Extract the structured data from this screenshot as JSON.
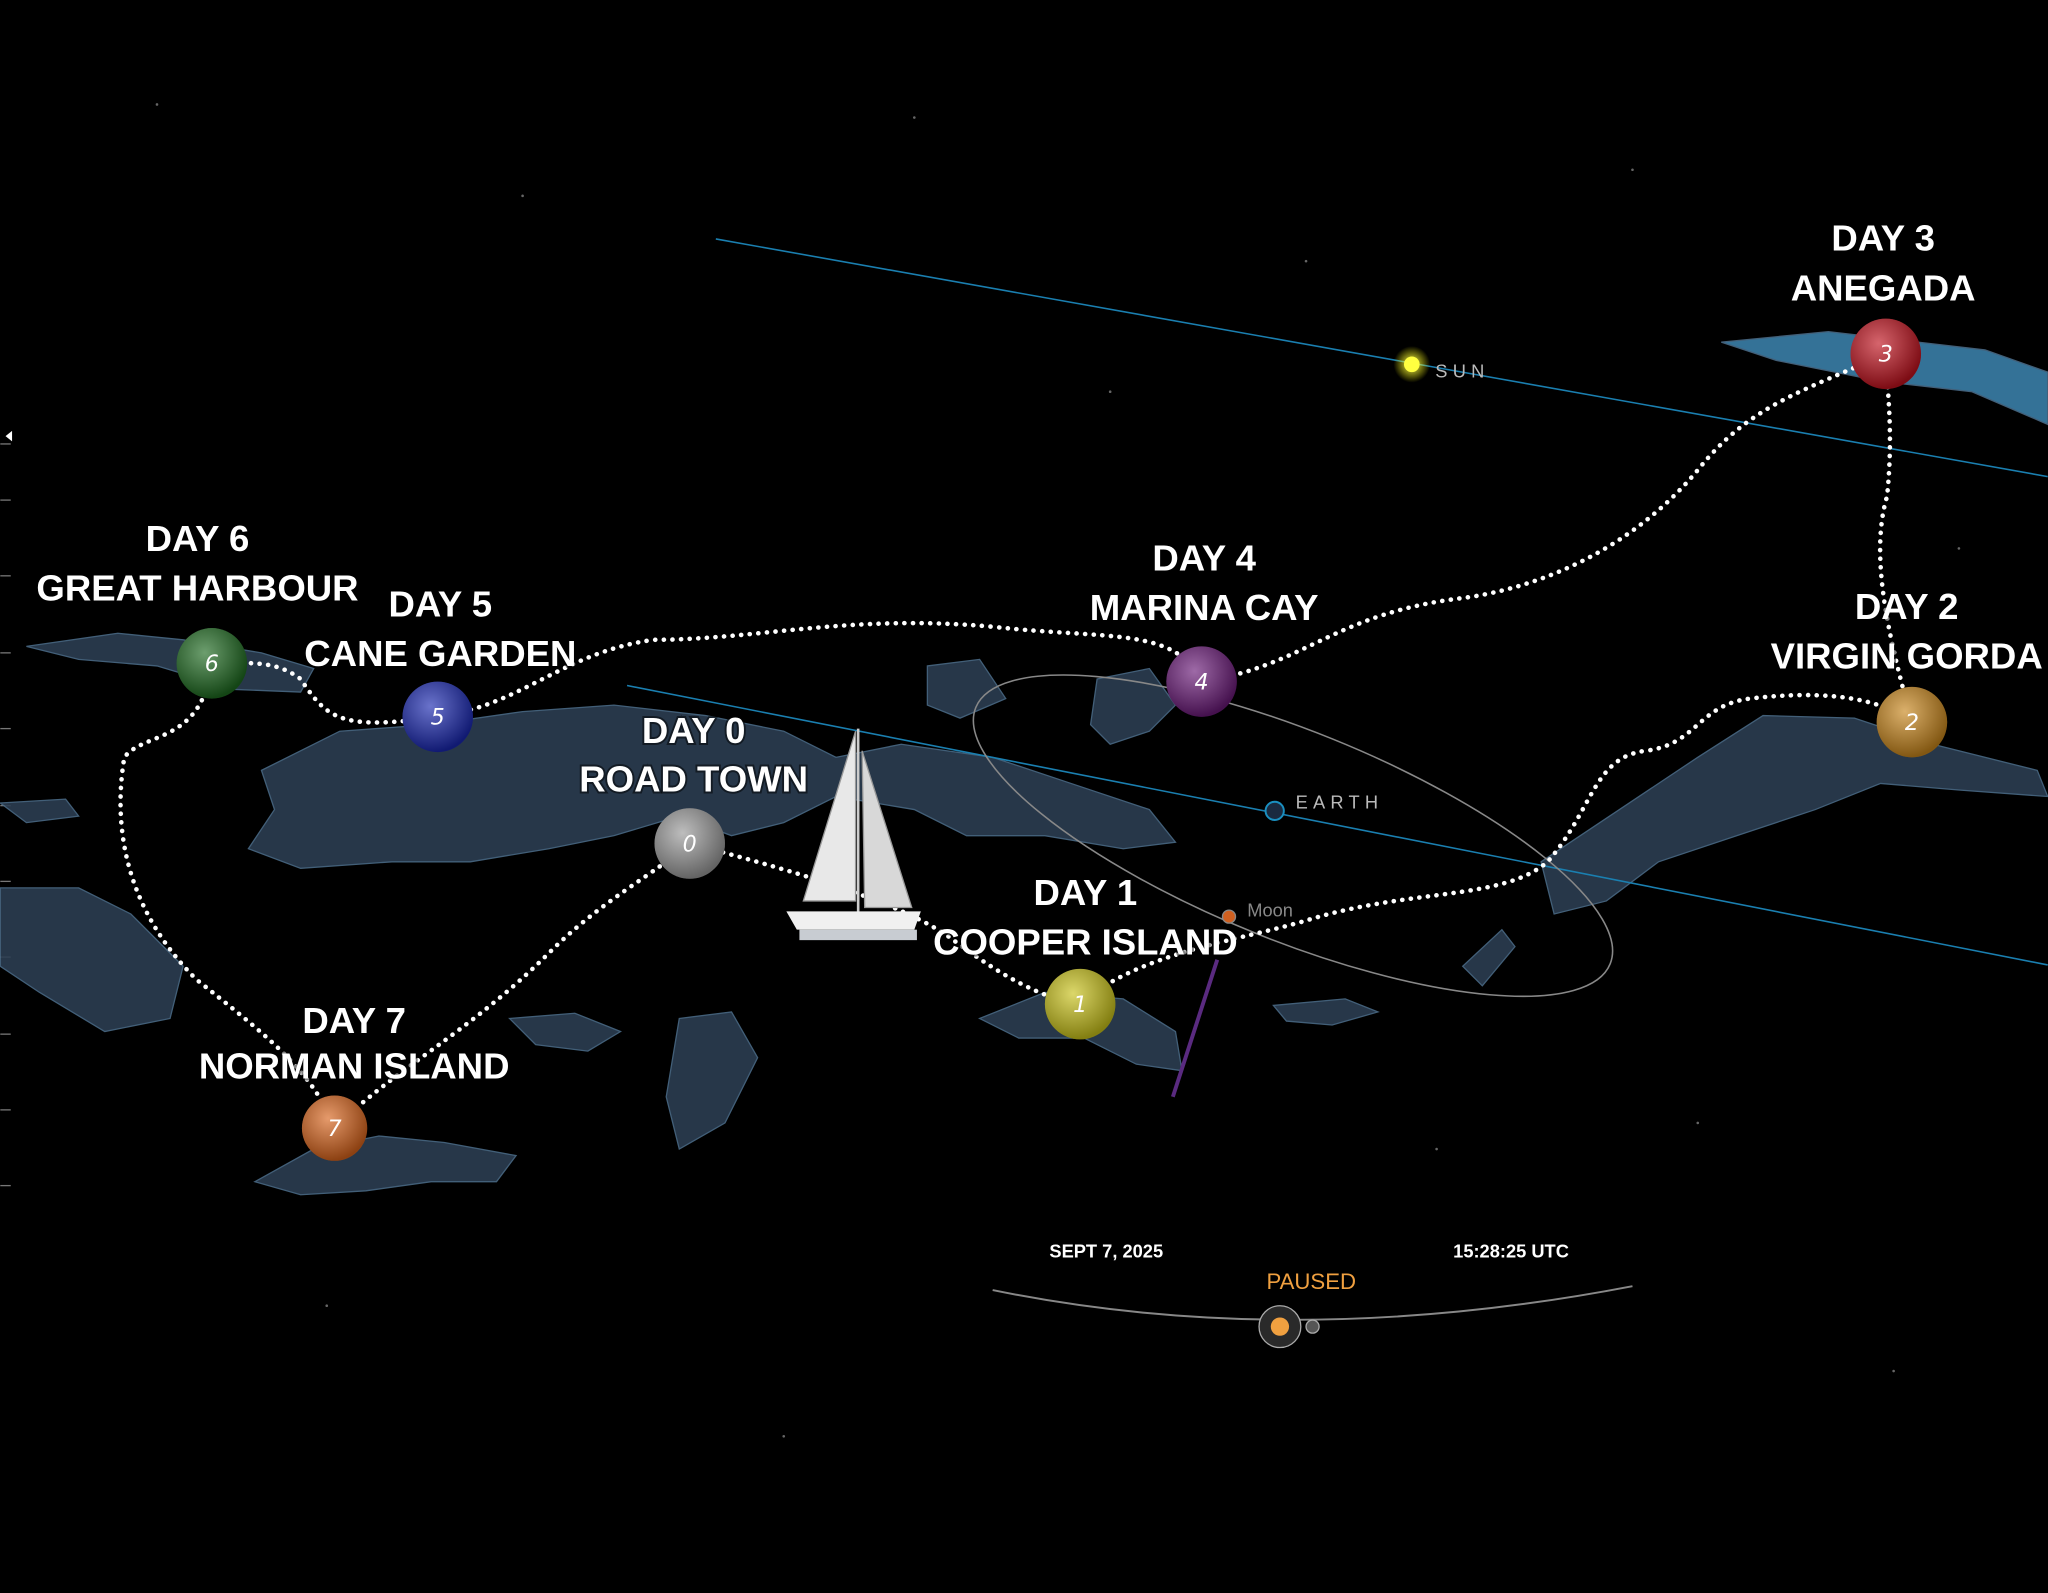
{
  "stops": [
    {
      "num": "0",
      "day": "DAY 0",
      "name": "ROAD TOWN",
      "color": "#9a9a9a"
    },
    {
      "num": "1",
      "day": "DAY 1",
      "name": "COOPER ISLAND",
      "color": "#c9c21a"
    },
    {
      "num": "2",
      "day": "DAY 2",
      "name": "VIRGIN GORDA",
      "color": "#c8861c"
    },
    {
      "num": "3",
      "day": "DAY 3",
      "name": "ANEGADA",
      "color": "#c0121e"
    },
    {
      "num": "4",
      "day": "DAY 4",
      "name": "MARINA CAY",
      "color": "#6a1a78"
    },
    {
      "num": "5",
      "day": "DAY 5",
      "name": "CANE GARDEN",
      "color": "#1a28b0"
    },
    {
      "num": "6",
      "day": "DAY 6",
      "name": "GREAT HARBOUR",
      "color": "#1e6a20"
    },
    {
      "num": "7",
      "day": "DAY 7",
      "name": "NORMAN ISLAND",
      "color": "#d8641c"
    }
  ],
  "bodies": {
    "sun": "SUN",
    "earth": "EARTH",
    "moon": "Moon"
  },
  "hud": {
    "date": "SEPT 7, 2025",
    "time": "15:28:25 UTC",
    "status": "PAUSED"
  },
  "colors": {
    "orbit_line": "#1a7fb0",
    "sun": "#ffff40",
    "status": "#f0a040"
  }
}
